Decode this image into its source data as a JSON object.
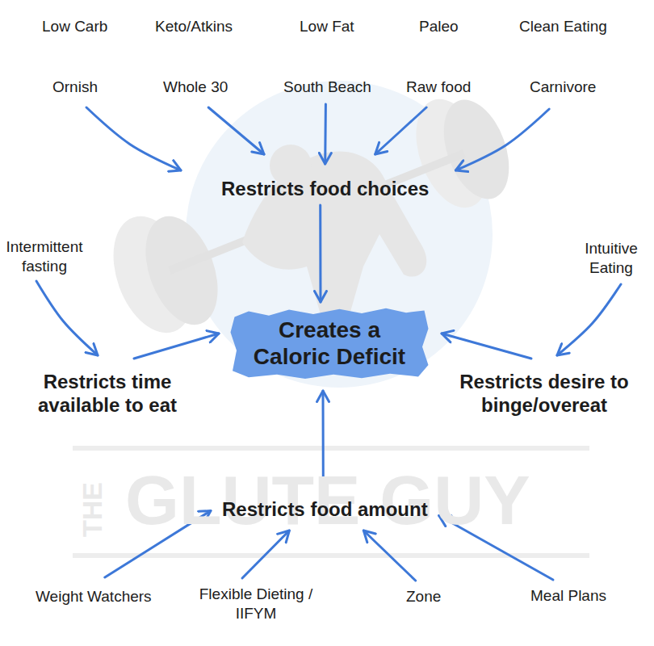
{
  "diagram": {
    "nodes": [
      {
        "text": [
          "Low Carb"
        ]
      },
      {
        "text": [
          "Keto/Atkins"
        ]
      },
      {
        "text": [
          "Low Fat"
        ]
      },
      {
        "text": [
          "Paleo"
        ]
      },
      {
        "text": [
          "Clean Eating"
        ]
      },
      {
        "text": [
          "Ornish"
        ]
      },
      {
        "text": [
          "Whole 30"
        ]
      },
      {
        "text": [
          "South Beach"
        ]
      },
      {
        "text": [
          "Raw food"
        ]
      },
      {
        "text": [
          "Carnivore"
        ]
      },
      {
        "text": [
          "Restricts food choices"
        ]
      },
      {
        "text": [
          "Intermittent fasting"
        ]
      },
      {
        "text": [
          "Intuitive Eating"
        ]
      },
      {
        "text": [
          "Creates a Caloric Deficit"
        ]
      },
      {
        "text": [
          "Restricts time available to eat"
        ]
      },
      {
        "text": [
          "Restricts desire to binge/overeat"
        ]
      },
      {
        "text": [
          "Restricts food amount"
        ]
      },
      {
        "text": [
          "Weight Watchers"
        ]
      },
      {
        "text": [
          "Flexible Dieting / IIFYM"
        ]
      },
      {
        "text": [
          "Zone"
        ]
      },
      {
        "text": [
          "Meal Plans"
        ]
      }
    ],
    "edges": [
      {
        "from": 5,
        "to": 10,
        "arrow": "to"
      },
      {
        "from": 6,
        "to": 10,
        "arrow": "to"
      },
      {
        "from": 7,
        "to": 10,
        "arrow": "to"
      },
      {
        "from": 8,
        "to": 10,
        "arrow": "to"
      },
      {
        "from": 9,
        "to": 10,
        "arrow": "to"
      },
      {
        "from": 10,
        "to": 13,
        "arrow": "to"
      },
      {
        "from": 11,
        "to": 14,
        "arrow": "to"
      },
      {
        "from": 14,
        "to": 13,
        "arrow": "to"
      },
      {
        "from": 12,
        "to": 15,
        "arrow": "to"
      },
      {
        "from": 15,
        "to": 13,
        "arrow": "to"
      },
      {
        "from": 16,
        "to": 13,
        "arrow": "to"
      },
      {
        "from": 17,
        "to": 16,
        "arrow": "to"
      },
      {
        "from": 18,
        "to": 16,
        "arrow": "to"
      },
      {
        "from": 19,
        "to": 16,
        "arrow": "to"
      },
      {
        "from": 20,
        "to": 16,
        "arrow": "to"
      }
    ],
    "labels": [
      "THE",
      "GLUTE GUY"
    ]
  }
}
